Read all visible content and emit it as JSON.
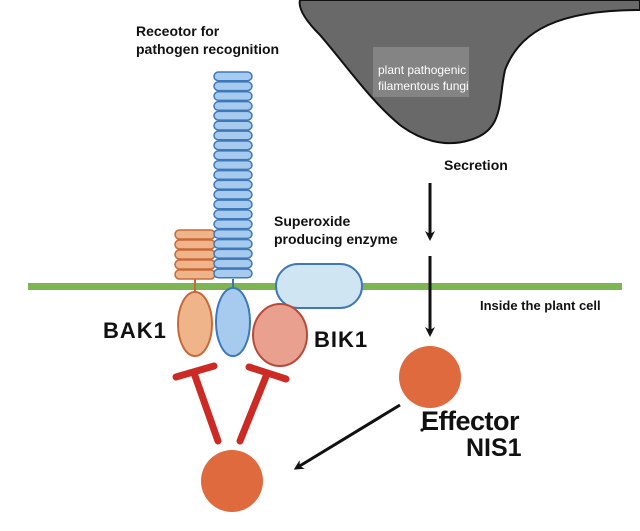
{
  "labels": {
    "receptor_line1": "Receotor for",
    "receptor_line2": "pathogen recognition",
    "fungi_line1": "plant pathogenic",
    "fungi_line2": "filamentous fungi",
    "secretion": "Secretion",
    "superoxide_line1": "Superoxide",
    "superoxide_line2": "producing enzyme",
    "inside_cell": "Inside the plant cell",
    "bak1": "BAK1",
    "bik1": "BIK1",
    "effector": "Effector",
    "nis1": "NIS1"
  },
  "colors": {
    "membrane": "#7db552",
    "receptor_fill": "#a7cbef",
    "receptor_stroke": "#3f78b8",
    "bak1_fill": "#f0b48a",
    "bak1_stroke": "#c8693a",
    "bik1_fill": "#e9a08e",
    "bik1_stroke": "#b84a3a",
    "enzyme_fill": "#cfe6f2",
    "enzyme_stroke": "#3f78b8",
    "effector_fill": "#de6a3e",
    "inhibition": "#cc2a24",
    "fungus": "#696969",
    "arrow": "#111111"
  }
}
